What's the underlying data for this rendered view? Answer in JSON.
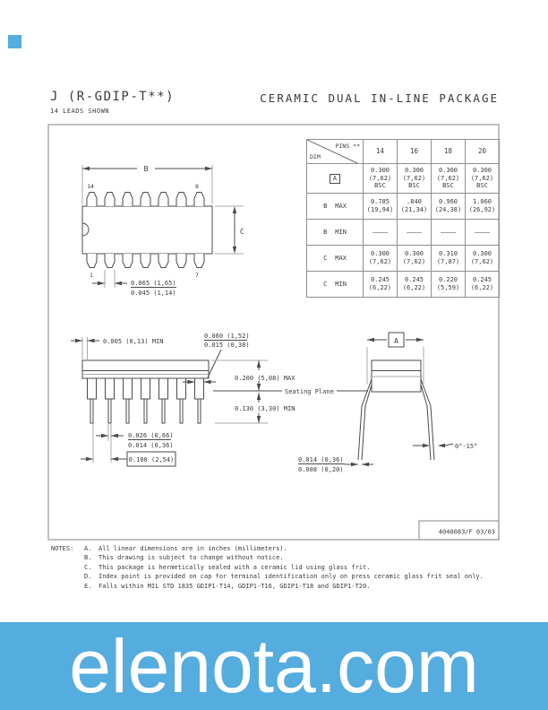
{
  "header": {
    "title_left": "J (R-GDIP-T**)",
    "title_right": "CERAMIC DUAL IN-LINE PACKAGE",
    "subtitle": "14 LEADS SHOWN"
  },
  "table": {
    "corner_top": "PINS **",
    "corner_bottom": "DIM",
    "columns": [
      "14",
      "16",
      "18",
      "20"
    ],
    "rows": [
      {
        "dim": "A",
        "qual": "",
        "cells": [
          [
            "0.300",
            "(7,62)",
            "BSC"
          ],
          [
            "0.300",
            "(7,62)",
            "BSC"
          ],
          [
            "0.300",
            "(7,62)",
            "BSC"
          ],
          [
            "0.300",
            "(7,62)",
            "BSC"
          ]
        ]
      },
      {
        "dim": "B",
        "qual": "MAX",
        "cells": [
          [
            "0.785",
            "(19,94)"
          ],
          [
            ".840",
            "(21,34)"
          ],
          [
            "0.960",
            "(24,38)"
          ],
          [
            "1.060",
            "(26,92)"
          ]
        ]
      },
      {
        "dim": "B",
        "qual": "MIN",
        "cells": [
          [
            "————"
          ],
          [
            "————"
          ],
          [
            "————"
          ],
          [
            "————"
          ]
        ]
      },
      {
        "dim": "C",
        "qual": "MAX",
        "cells": [
          [
            "0.300",
            "(7,62)"
          ],
          [
            "0.300",
            "(7,62)"
          ],
          [
            "0.310",
            "(7,87)"
          ],
          [
            "0.300",
            "(7,62)"
          ]
        ]
      },
      {
        "dim": "C",
        "qual": "MIN",
        "cells": [
          [
            "0.245",
            "(6,22)"
          ],
          [
            "0.245",
            "(6,22)"
          ],
          [
            "0.220",
            "(5,59)"
          ],
          [
            "0.245",
            "(6,22)"
          ]
        ]
      }
    ]
  },
  "drawings": {
    "top_view": {
      "dim_b": "B",
      "dim_c": "C",
      "pin_top_left": "14",
      "pin_top_right": "8",
      "pin_bottom_left": "1",
      "pin_bottom_right": "7",
      "lead_width": {
        "max": "0.065 (1,65)",
        "min": "0.045 (1,14)"
      }
    },
    "side_view": {
      "end_clearance": "0.005 (0,13) MIN",
      "shoulder_width": {
        "max": "0.060 (1,52)",
        "min": "0.015 (0,38)"
      },
      "body_height": "0.200 (5,08) MAX",
      "seating_plane": "Seating Plane",
      "lead_below_seating": "0.130 (3,30) MIN",
      "tip_width": {
        "max": "0.026 (0,66)",
        "min": "0.014 (0,36)"
      },
      "lead_pitch": "0.100 (2,54)"
    },
    "end_view": {
      "dim_a": "A",
      "lead_angle": "0°-15°",
      "lead_thickness": {
        "max": "0.014 (0,36)",
        "min": "0.008 (0,20)"
      }
    }
  },
  "doc_number": "4040083/F 03/03",
  "notes": {
    "label": "NOTES:",
    "items": [
      {
        "letter": "A.",
        "text": "All linear dimensions are in inches (millimeters)."
      },
      {
        "letter": "B.",
        "text": "This drawing is subject to change without notice."
      },
      {
        "letter": "C.",
        "text": "This package is hermetically sealed with a ceramic lid using glass frit."
      },
      {
        "letter": "D.",
        "text": "Index point is provided on cap for terminal identification only on press ceramic glass frit seal only."
      },
      {
        "letter": "E.",
        "text": "Falls within MIL STD 1835 GDIP1-T14, GDIP1-T16, GDIP1-T18 and GDIP1-T20."
      }
    ]
  },
  "footer": {
    "watermark": "elenota.com",
    "banner_color": "#54ACDF"
  }
}
